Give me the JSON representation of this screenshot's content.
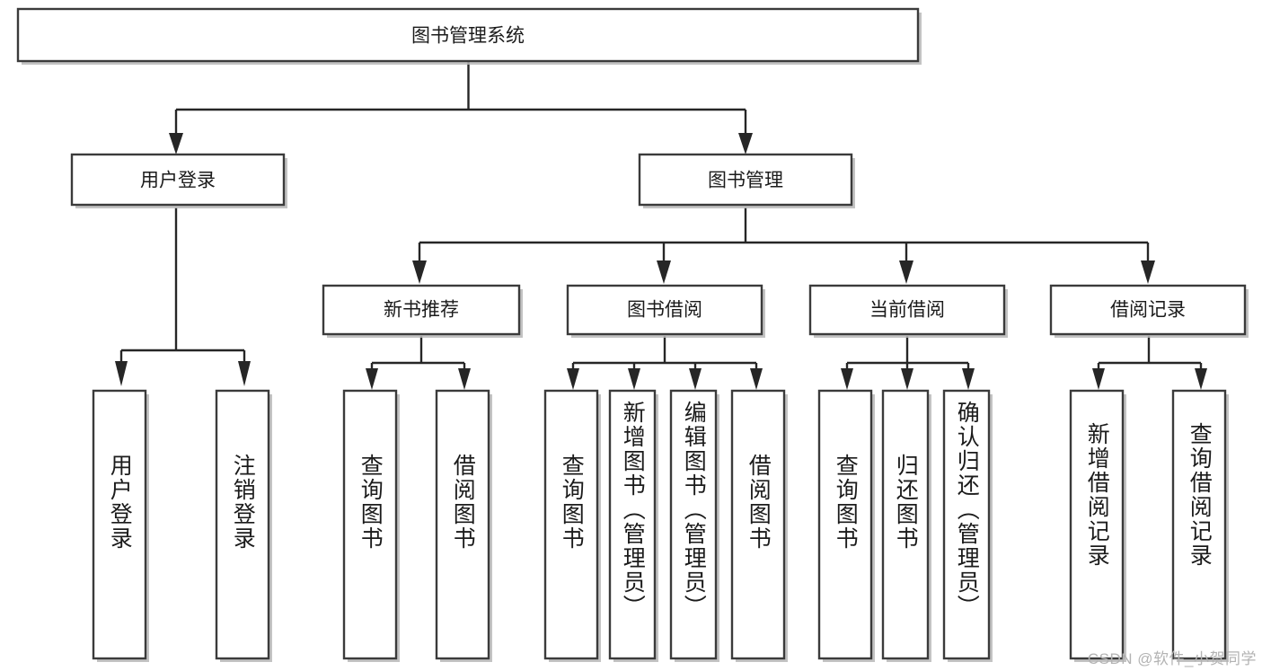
{
  "diagram": {
    "type": "hierarchy-tree",
    "title": "图书管理系统",
    "root": {
      "label": "图书管理系统"
    },
    "level1": [
      {
        "label": "用户登录"
      },
      {
        "label": "图书管理"
      }
    ],
    "level2": [
      {
        "label": "新书推荐"
      },
      {
        "label": "图书借阅"
      },
      {
        "label": "当前借阅"
      },
      {
        "label": "借阅记录"
      }
    ],
    "leaves": {
      "user_login": [
        {
          "label": "用户登录"
        },
        {
          "label": "注销登录"
        }
      ],
      "new_book_recommend": [
        {
          "label": "查询图书"
        },
        {
          "label": "借阅图书"
        }
      ],
      "book_borrow": [
        {
          "label": "查询图书"
        },
        {
          "label": "新增图书（管理员）"
        },
        {
          "label": "编辑图书（管理员）"
        },
        {
          "label": "借阅图书"
        }
      ],
      "current_borrow": [
        {
          "label": "查询图书"
        },
        {
          "label": "归还图书"
        },
        {
          "label": "确认归还（管理员）"
        }
      ],
      "borrow_record": [
        {
          "label": "新增借阅记录"
        },
        {
          "label": "查询借阅记录"
        }
      ]
    }
  },
  "watermark": {
    "text": "CSDN @软件_小贺同学"
  },
  "colors": {
    "background": "#ffffff",
    "box_stroke": "#3b3b3b",
    "connector": "#262626",
    "text": "#1b1b1b",
    "shadow": "#b9b9b9",
    "watermark": "#b3b3b3"
  }
}
